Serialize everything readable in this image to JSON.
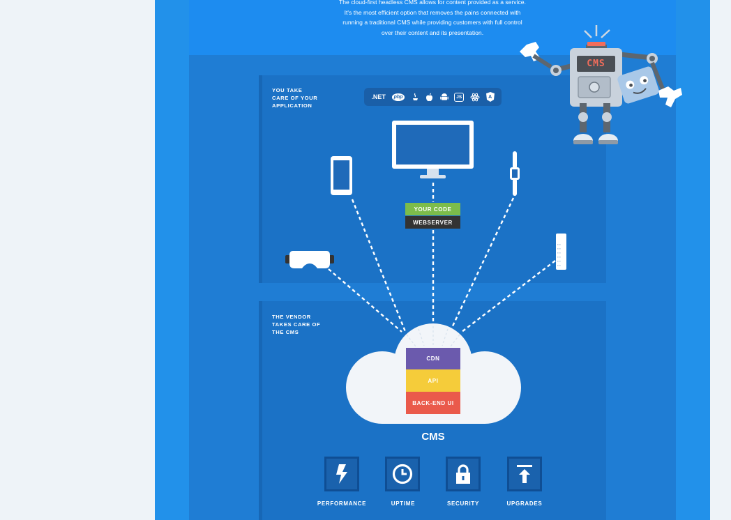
{
  "intro": {
    "lines": [
      "The cloud-first headless CMS allows for content provided as a service.",
      "It's the most efficient option that removes the pains connected with",
      "running a traditional CMS while providing customers with full control",
      "over their content and its presentation."
    ]
  },
  "robot": {
    "badge": "CMS"
  },
  "application_section": {
    "label_lines": [
      "YOU TAKE",
      "CARE OF YOUR",
      "APPLICATION"
    ],
    "technologies": [
      ".NET",
      "php",
      "java-icon",
      "apple-icon",
      "android-icon",
      "JS",
      "react-icon",
      "A"
    ],
    "devices": [
      "smartphone-icon",
      "desktop-monitor-icon",
      "smartwatch-icon",
      "vr-headset-icon",
      "smart-speaker-icon"
    ],
    "your_code": "YOUR CODE",
    "webserver": "WEBSERVER"
  },
  "vendor_section": {
    "label_lines": [
      "THE VENDOR",
      "TAKES CARE OF",
      "THE CMS"
    ],
    "stack": [
      "CDN",
      "API",
      "BACK-END UI"
    ],
    "cms_title": "CMS",
    "features": [
      {
        "label": "PERFORMANCE",
        "icon": "lightning-icon"
      },
      {
        "label": "UPTIME",
        "icon": "clock-icon"
      },
      {
        "label": "SECURITY",
        "icon": "lock-icon"
      },
      {
        "label": "UPGRADES",
        "icon": "upload-arrow-icon"
      }
    ]
  },
  "colors": {
    "page_bg": "#eef3f8",
    "frame_blue": "#2291ea",
    "panel_blue": "#1b72c6",
    "your_code_green": "#7cbc4b",
    "webserver_dark": "#333333",
    "cdn_purple": "#6b5aad",
    "api_yellow": "#f5cc3a",
    "backend_red": "#ea5a4b"
  }
}
